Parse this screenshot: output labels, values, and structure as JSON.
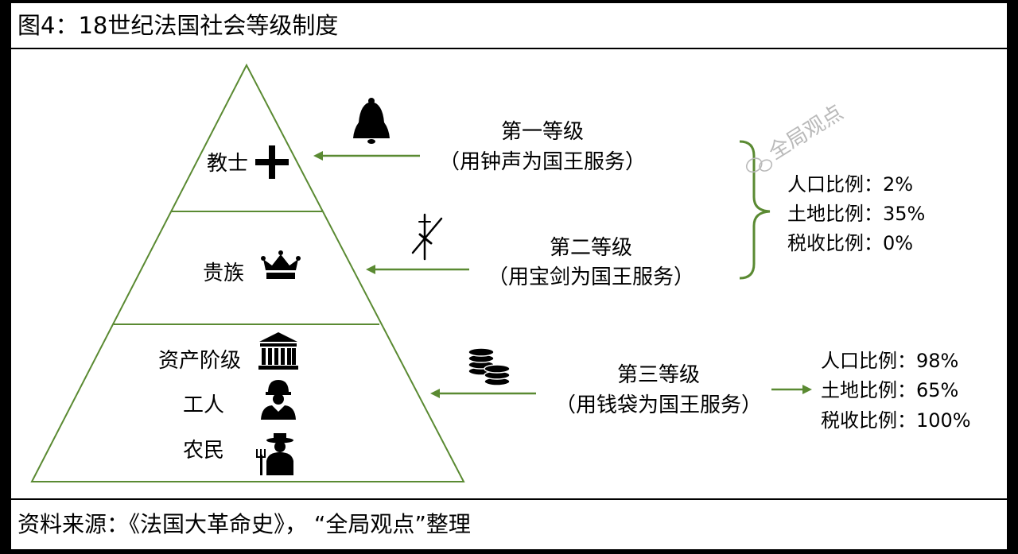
{
  "figure": {
    "title": "图4：18世纪法国社会等级制度",
    "source": "资料来源：《法国大革命史》，   “全局观点”整理"
  },
  "pyramid": {
    "tiers": [
      {
        "labels": [
          "教士"
        ],
        "icons": [
          "cross-icon"
        ]
      },
      {
        "labels": [
          "贵族"
        ],
        "icons": [
          "crown-icon"
        ]
      },
      {
        "labels": [
          "资产阶级",
          "工人",
          "农民"
        ],
        "icons": [
          "bank-icon",
          "worker-icon",
          "farmer-icon"
        ]
      }
    ]
  },
  "estates": [
    {
      "name": "第一等级",
      "desc": "（用钟声为国王服务）",
      "icon": "bell-icon"
    },
    {
      "name": "第二等级",
      "desc": "（用宝剑为国王服务）",
      "icon": "sword-icon"
    },
    {
      "name": "第三等级",
      "desc": "（用钱袋为国王服务）",
      "icon": "coins-icon"
    }
  ],
  "stats": {
    "privileged": [
      "人口比例：2%",
      "土地比例：35%",
      "税收比例：0%"
    ],
    "third": [
      "人口比例：98%",
      "土地比例：65%",
      "税收比例：100%"
    ]
  },
  "watermark": "全局观点",
  "colors": {
    "green": "#5a8a32",
    "frame": "#000000",
    "watermark": "#b9b9b9"
  }
}
